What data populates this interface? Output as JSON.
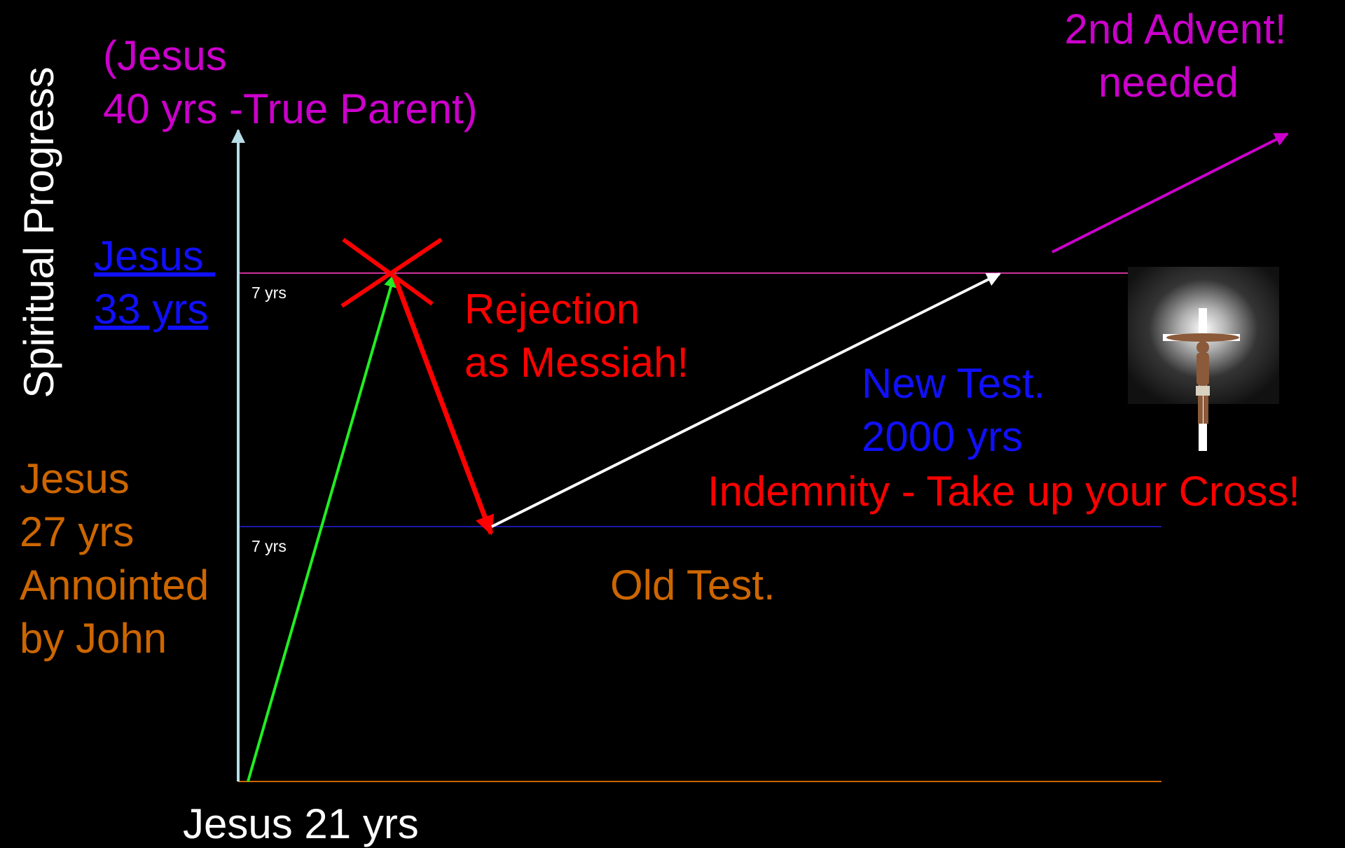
{
  "colors": {
    "background": "#000000",
    "axis": "#b7dde8",
    "upper_line": "#cc3399",
    "middle_line": "#1a1aa8",
    "base_line": "#cc6600",
    "rise_arrow": "#22ee22",
    "rejection": "#ff0000",
    "new_testament_arrow": "#ffffff",
    "second_advent_arrow": "#cc00cc",
    "magenta_text": "#cc00cc",
    "blue_text": "#1010ff",
    "orange_text": "#cc6600",
    "red_text": "#ff0000",
    "white_text": "#ffffff"
  },
  "labels": {
    "y_axis": "Spiritual Progress",
    "jesus_40": {
      "line1": "(Jesus",
      "line2": "40 yrs -True Parent)"
    },
    "jesus_33": {
      "line1": "Jesus ",
      "line2": "33 yrs"
    },
    "jesus_27": {
      "line1": "Jesus",
      "line2": "27 yrs",
      "line3": "Annointed",
      "line4": "by John"
    },
    "jesus_21": "Jesus 21 yrs",
    "seven_yrs_upper": "7 yrs",
    "seven_yrs_lower": "7 yrs",
    "rejection": {
      "line1": "Rejection",
      "line2": "as Messiah!"
    },
    "new_test": {
      "line1": "New Test.",
      "line2": "2000 yrs"
    },
    "indemnity": "Indemnity - Take up your Cross!",
    "old_test": "Old Test.",
    "second_advent": {
      "line1": "2nd Advent!",
      "line2": "needed"
    }
  },
  "images": {
    "crucifix": "crucifix-image"
  }
}
